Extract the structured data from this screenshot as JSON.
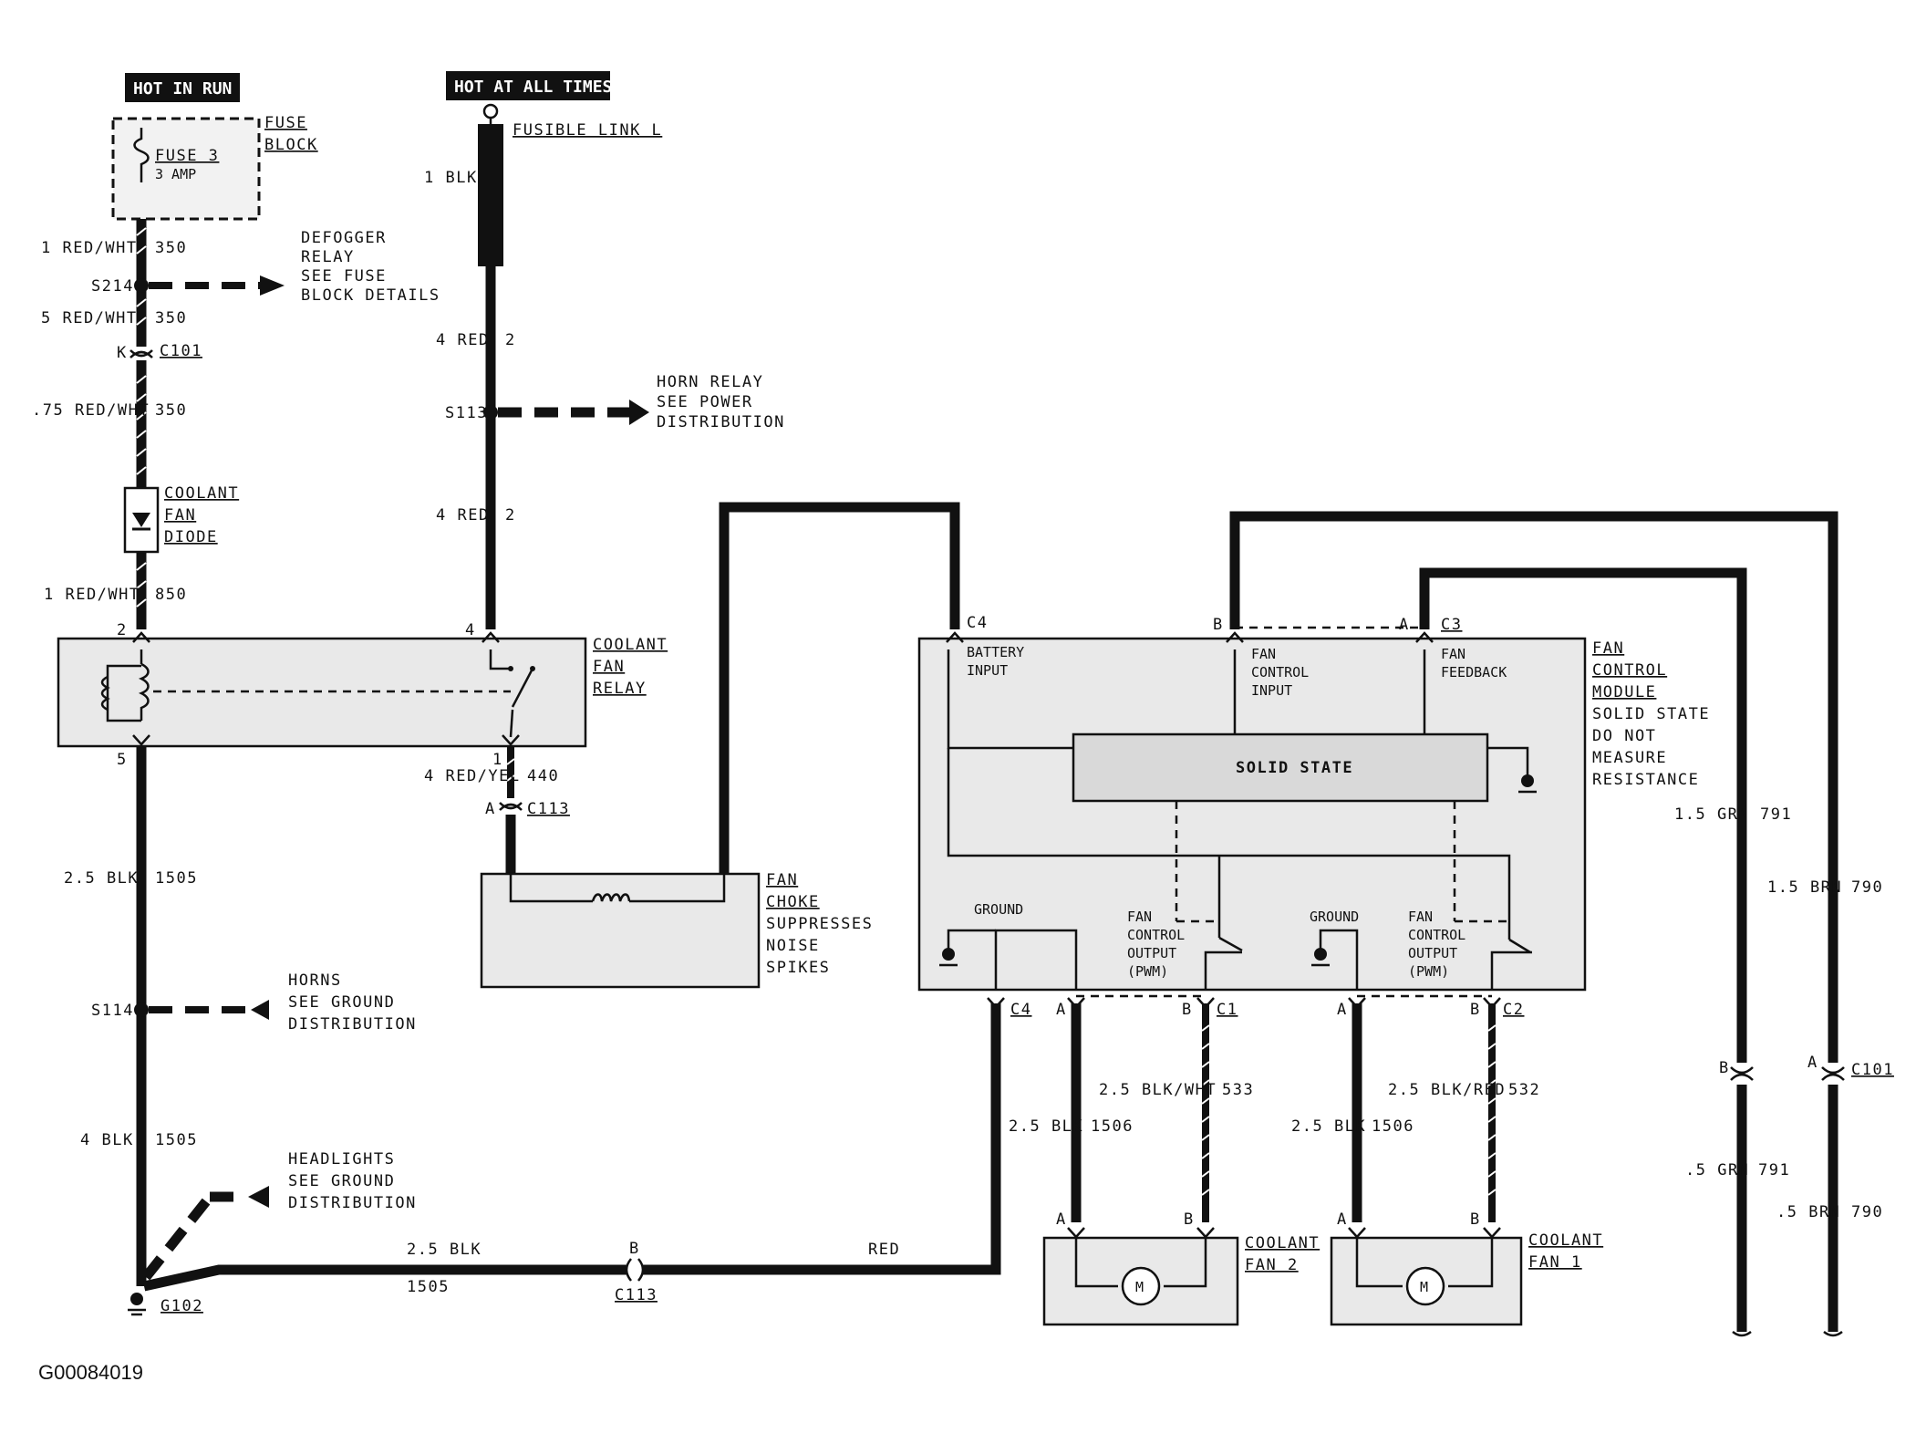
{
  "headers": {
    "hot_in_run": "HOT IN RUN",
    "hot_at_all_times": "HOT AT ALL TIMES"
  },
  "fuse_block": {
    "name": "FUSE\nBLOCK",
    "fuse": "FUSE 3",
    "rating": "3 AMP"
  },
  "fusible_link": {
    "name": "FUSIBLE LINK L",
    "wire": "1 BLK"
  },
  "left_circuit": {
    "w1": {
      "wire": "1 RED/WHT",
      "circuit": "350"
    },
    "s214": "S214",
    "w2": {
      "wire": "5 RED/WHT",
      "circuit": "350"
    },
    "c101_pin": "K",
    "c101": "C101",
    "w3": {
      "wire": ".75 RED/WHT",
      "circuit": "350"
    },
    "diode": "COOLANT\nFAN\nDIODE",
    "w4": {
      "wire": "1 RED/WHT",
      "circuit": "850"
    },
    "w5": {
      "wire": "2.5 BLK",
      "circuit": "1505"
    },
    "s114": "S114",
    "w6": {
      "wire": "4 BLK",
      "circuit": "1505"
    },
    "g102": "G102"
  },
  "defogger": "DEFOGGER\nRELAY\nSEE FUSE\nBLOCK DETAILS",
  "horns": "HORNS\nSEE GROUND\nDISTRIBUTION",
  "headlights": "HEADLIGHTS\nSEE GROUND\nDISTRIBUTION",
  "mid_circuit": {
    "w1": {
      "wire": "4 RED",
      "circuit": "2"
    },
    "s113": "S113",
    "w2": {
      "wire": "4 RED",
      "circuit": "2"
    },
    "w3": {
      "wire": "4 RED/YEL",
      "circuit": "440"
    },
    "c113_pin": "A",
    "c113": "C113"
  },
  "horn_relay": "HORN RELAY\nSEE POWER\nDISTRIBUTION",
  "relay": {
    "name": "COOLANT\nFAN\nRELAY",
    "pin2": "2",
    "pin4": "4",
    "pin5": "5",
    "pin1": "1"
  },
  "choke": {
    "name": "FAN\nCHOKE",
    "desc": "SUPPRESSES\nNOISE\nSPIKES"
  },
  "module": {
    "name": "FAN\nCONTROL\nMODULE",
    "note": "SOLID STATE\nDO NOT\nMEASURE\nRESISTANCE",
    "solid_state": "SOLID STATE",
    "battery_input": "BATTERY\nINPUT",
    "fan_control_input": "FAN\nCONTROL\nINPUT",
    "fan_feedback": "FAN\nFEEDBACK",
    "ground1": "GROUND",
    "ground2": "GROUND",
    "output1": "FAN\nCONTROL\nOUTPUT\n(PWM)",
    "output2": "FAN\nCONTROL\nOUTPUT\n(PWM)",
    "c4_top": "C4",
    "c4_bot": "C4",
    "c3": "C3",
    "c3_pin_b": "B",
    "c3_pin_a": "A",
    "c1": "C1",
    "c1_pin_a": "A",
    "c1_pin_b": "B",
    "c2": "C2",
    "c2_pin_a": "A",
    "c2_pin_b": "B"
  },
  "bottom": {
    "wire": "2.5 BLK",
    "circuit": "1505",
    "c113_pin": "B",
    "c113": "C113",
    "red": "RED"
  },
  "fan2": {
    "name": "COOLANT\nFAN 2",
    "w1": {
      "wire": "2.5 BLK",
      "circuit": "1506"
    },
    "w2": {
      "wire": "2.5 BLK/WHT",
      "circuit": "533"
    },
    "pin_a": "A",
    "pin_b": "B",
    "motor": "M"
  },
  "fan1": {
    "name": "COOLANT\nFAN 1",
    "w1": {
      "wire": "2.5 BLK",
      "circuit": "1506"
    },
    "w2": {
      "wire": "2.5 BLK/RED",
      "circuit": "532"
    },
    "pin_a": "A",
    "pin_b": "B",
    "motor": "M"
  },
  "right_circuit": {
    "grn_upper": {
      "wire": "1.5 GRN",
      "circuit": "791"
    },
    "brn_upper": {
      "wire": "1.5 BRN",
      "circuit": "790"
    },
    "c101_pin_b": "B",
    "c101_pin_a": "A",
    "c101": "C101",
    "grn_lower": {
      "wire": ".5 GRN",
      "circuit": "791"
    },
    "brn_lower": {
      "wire": ".5 BRN",
      "circuit": "790"
    }
  },
  "figure_id": "G00084019"
}
